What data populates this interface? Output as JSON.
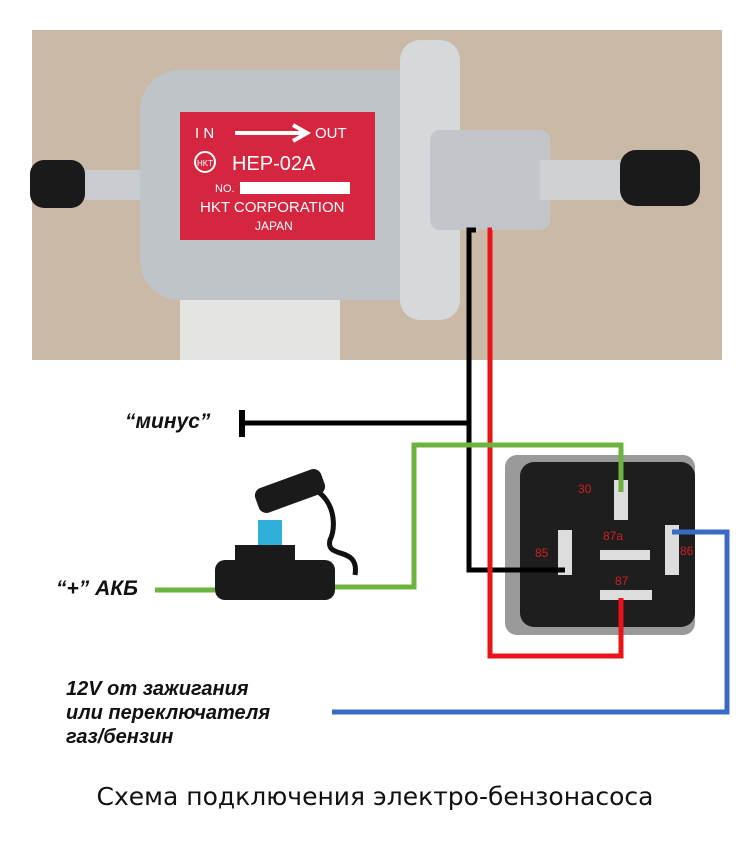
{
  "pump": {
    "label_in": "I N",
    "label_out": "OUT",
    "model": "HEP-02A",
    "brand_badge": "HKT",
    "no_label": "NO.",
    "maker": "HKT CORPORATION",
    "country": "JAPAN"
  },
  "relay": {
    "pins": [
      "30",
      "87a",
      "85",
      "86",
      "87"
    ]
  },
  "labels": {
    "minus": "“минус”",
    "battery_plus": "“+” АКБ",
    "ignition_line1": "12V от зажигания",
    "ignition_line2": "или переключателя",
    "ignition_line3": "газ/бензин"
  },
  "caption": "Схема подключения электро-бензонасоса",
  "colors": {
    "ground": "#000000",
    "power": "#e8141a",
    "battery": "#6cb33f",
    "ignition": "#3a6bc4",
    "label_plate": "#d6263f"
  }
}
